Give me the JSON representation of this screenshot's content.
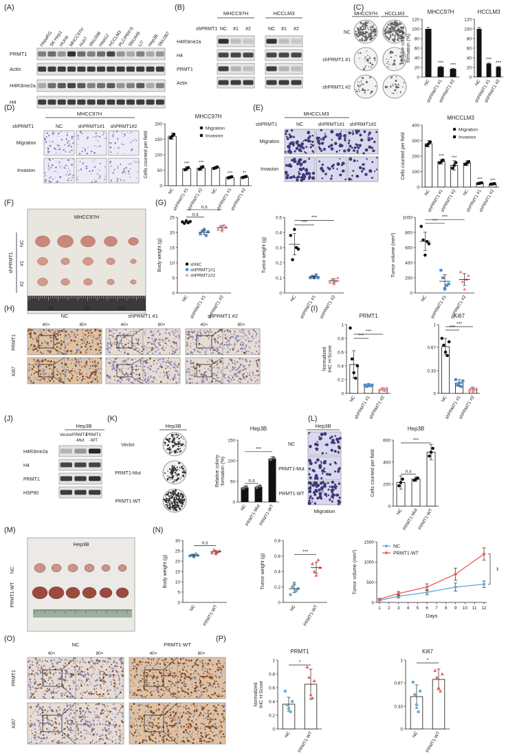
{
  "panel_labels": [
    "(A)",
    "(B)",
    "(C)",
    "(D)",
    "(E)",
    "(F)",
    "(G)",
    "(H)",
    "(I)",
    "(J)",
    "(K)",
    "(L)",
    "(M)",
    "(N)",
    "(O)",
    "(P)"
  ],
  "A": {
    "cell_lines": [
      "HepaRG",
      "SK-Hep1",
      "HUH6",
      "MHCC97H",
      "Huh7",
      "SNU398",
      "HepG2",
      "HCCLM3",
      "PLC/PRF/5",
      "SNU449",
      "Li7",
      "Hep3B",
      "SNU387"
    ],
    "rows": [
      "PRMT1",
      "Actin",
      "H4R3me2a",
      "H4"
    ]
  },
  "B": {
    "groups": [
      "MHCC97H",
      "HCCLM3"
    ],
    "sh_label": "shPRMT1",
    "lanes": [
      "NC",
      "#1",
      "#2"
    ],
    "rows": [
      "H4R3me2a",
      "H4",
      "PRMT1",
      "Actin"
    ]
  },
  "C": {
    "dish_cols": [
      "MHCC97H",
      "HCCLM3"
    ],
    "dish_rows": [
      "NC",
      "shPRMT1 #1",
      "shPRMT1 #2"
    ],
    "ylabel": "Relative colony formation (%)"
  },
  "D": {
    "title": "MHCC97H",
    "sh_label": "shPRMT1",
    "cols": [
      "NC",
      "shPRMT1#1",
      "shPRMT1#2"
    ],
    "rows": [
      "Migration",
      "Invasion"
    ]
  },
  "E": {
    "title": "MHCCLM3",
    "sh_label": "shPRMT1",
    "cols": [
      "NC",
      "shPRMT1#1",
      "shPRMT1#2"
    ],
    "rows": [
      "Migration",
      "Invasion"
    ]
  },
  "F": {
    "title": "MHCC97H",
    "side": "shPRMT1",
    "rows": [
      "NC",
      "#1",
      "#2"
    ],
    "ruler": [
      "80",
      "90",
      "100"
    ]
  },
  "H": {
    "cols": [
      "NC",
      "shPRMT1 #1",
      "shPRMT1 #2"
    ],
    "mag": [
      "40×",
      "80×"
    ],
    "rows": [
      "PRMT1",
      "Ki67"
    ]
  },
  "J": {
    "title": "Hep3B",
    "lanes": [
      "Vector",
      "PRMT1 -Mut",
      "PRMT1 -WT"
    ],
    "rows": [
      "H4R3me2a",
      "H4",
      "PRMT1",
      "HSP90"
    ]
  },
  "K": {
    "title": "Hep3B",
    "rows": [
      "Vector",
      "PRMT1-Mut",
      "PRMT1-WT"
    ]
  },
  "L": {
    "title": "Hep3B",
    "rows": [
      "NC",
      "PRMT1-Mut",
      "PRMT1-WT"
    ],
    "bottom": "Migration"
  },
  "M": {
    "title": "Hep3B",
    "rows": [
      "NC",
      "PRMT1-WT"
    ]
  },
  "O": {
    "cols": [
      "NC",
      "PRMT1-WT"
    ],
    "mag": [
      "40×",
      "80×"
    ],
    "rows": [
      "PRMT1",
      "Ki67"
    ]
  },
  "colors": {
    "nc": "#6baed6",
    "sh1": "#4a8fd6",
    "sh2": "#f08a8a",
    "wt": "#f0605e",
    "black": "#111111"
  },
  "chart_data": [
    {
      "id": "C1",
      "type": "bar",
      "title": "MHCC97H",
      "ylabel": "Relative colony formation (%)",
      "categories": [
        "NC",
        "shPRMT1 #1",
        "shPRMT1 #2"
      ],
      "values": [
        100,
        21,
        17
      ],
      "errors": [
        3,
        1,
        1
      ],
      "ylim": [
        0,
        120
      ],
      "yticks": [
        0,
        20,
        40,
        60,
        80,
        100,
        120
      ],
      "sig": [
        "",
        "***",
        "***"
      ]
    },
    {
      "id": "C2",
      "type": "bar",
      "title": "HCCLM3",
      "ylabel": "",
      "categories": [
        "NC",
        "shPRMT1 #1",
        "shPRMT1 #2"
      ],
      "values": [
        100,
        28,
        21
      ],
      "errors": [
        3,
        1,
        1
      ],
      "ylim": [
        0,
        120
      ],
      "yticks": [
        0,
        20,
        40,
        60,
        80,
        100,
        120
      ],
      "sig": [
        "",
        "***",
        "***"
      ]
    },
    {
      "id": "D",
      "type": "bar",
      "title": "MHCC97H",
      "ylabel": "Cells counted per field",
      "categories": [
        "NC",
        "shPRMT1 #1",
        "shPRMT1 #2",
        "NC",
        "shPRMT1 #1",
        "shPRMT1 #2"
      ],
      "values": [
        160,
        55,
        57,
        58,
        27,
        28
      ],
      "errors": [
        10,
        6,
        7,
        4,
        3,
        3
      ],
      "ylim": [
        0,
        200
      ],
      "yticks": [
        0,
        50,
        100,
        150,
        200
      ],
      "sig": [
        "",
        "***",
        "***",
        "",
        "***",
        "**"
      ],
      "legend": [
        "Migration",
        "Invasion"
      ]
    },
    {
      "id": "E",
      "type": "bar",
      "title": "MHCCLM3",
      "ylabel": "Cells counted per field",
      "categories": [
        "NC",
        "shPRMT1 #1",
        "shPRMT1 #2",
        "NC",
        "shPRMT1 #1",
        "shPRMT1 #2"
      ],
      "values": [
        280,
        165,
        140,
        155,
        25,
        20
      ],
      "errors": [
        20,
        15,
        30,
        15,
        4,
        3
      ],
      "ylim": [
        0,
        400
      ],
      "yticks": [
        0,
        100,
        200,
        300,
        400
      ],
      "sig": [
        "",
        "***",
        "***",
        "",
        "***",
        "***"
      ],
      "legend": [
        "Migration",
        "Invasion"
      ]
    },
    {
      "id": "G1",
      "type": "scatter",
      "ylabel": "Body weight (g)",
      "categories": [
        "NC",
        "shPRMT1 #1",
        "shPRMT1 #2"
      ],
      "points": [
        [
          23.5,
          23,
          23.8,
          23.2,
          23.6
        ],
        [
          19.5,
          20.5,
          21,
          19,
          20.2
        ],
        [
          21,
          22,
          20.5,
          22.5,
          21.8
        ]
      ],
      "ylim": [
        0,
        25
      ],
      "yticks": [
        0,
        5,
        10,
        15,
        20,
        25
      ],
      "legend": [
        "shNC",
        "shPRMT1#1",
        "shPRMT1#2"
      ],
      "sig": [
        "n.s",
        "n.s"
      ]
    },
    {
      "id": "G2",
      "type": "scatter",
      "ylabel": "Tumor weight (g)",
      "categories": [
        "NC",
        "shPRMT1 #1",
        "shPRMT1 #2"
      ],
      "points": [
        [
          0.38,
          0.22,
          0.42,
          0.3,
          0.29
        ],
        [
          0.1,
          0.11,
          0.1,
          0.12,
          0.1
        ],
        [
          0.07,
          0.09,
          0.06,
          0.08,
          0.1
        ]
      ],
      "ylim": [
        0,
        0.5
      ],
      "yticks": [
        0,
        0.1,
        0.2,
        0.3,
        0.4,
        0.5
      ],
      "sig": [
        "***",
        "***"
      ]
    },
    {
      "id": "G3",
      "type": "scatter",
      "ylabel": "Tumor volume (mm³)",
      "categories": [
        "NC",
        "shPRMT1 #1",
        "shPRMT1 #2"
      ],
      "points": [
        [
          880,
          700,
          500,
          680,
          650
        ],
        [
          300,
          200,
          50,
          100,
          120
        ],
        [
          280,
          150,
          50,
          180,
          230
        ]
      ],
      "ylim": [
        0,
        1000
      ],
      "yticks": [
        0,
        200,
        400,
        600,
        800,
        1000
      ],
      "sig": [
        "***",
        "***"
      ]
    },
    {
      "id": "I1",
      "type": "bar",
      "title": "PRMT1",
      "ylabel": "Normalized IHC H-Score",
      "categories": [
        "NC",
        "shPRMT1 #1",
        "shPRMT1 #2"
      ],
      "values": [
        0.42,
        0.12,
        0.06
      ],
      "errors": [
        0.2,
        0.02,
        0.02
      ],
      "points": [
        [
          0.95,
          0.5,
          0.3,
          0.22,
          0.4
        ],
        [
          0.12,
          0.1,
          0.13,
          0.11,
          0.12
        ],
        [
          0.05,
          0.07,
          0.06,
          0.04,
          0.08
        ]
      ],
      "ylim": [
        0,
        1.0
      ],
      "yticks": [
        0,
        0.2,
        0.4,
        0.6,
        0.8,
        1.0
      ],
      "sig": [
        "***",
        "***"
      ]
    },
    {
      "id": "I2",
      "type": "bar",
      "title": "Ki67",
      "ylabel": "",
      "categories": [
        "NC",
        "shPRMT1 #1",
        "shPRMT1 #2"
      ],
      "values": [
        0.68,
        0.15,
        0.06
      ],
      "errors": [
        0.12,
        0.05,
        0.03
      ],
      "points": [
        [
          0.8,
          0.7,
          0.6,
          0.55,
          0.75
        ],
        [
          0.2,
          0.12,
          0.15,
          0.1,
          0.18
        ],
        [
          0.05,
          0.08,
          0.03,
          0.06,
          0.07
        ]
      ],
      "ylim": [
        0,
        1.0
      ],
      "yticks": [
        0,
        0.33,
        0.67,
        1.0
      ],
      "sig": [
        "***",
        "***"
      ]
    },
    {
      "id": "K",
      "type": "bar",
      "title": "Hep3B",
      "ylabel": "Relative colony formation (%)",
      "categories": [
        "NC",
        "PRMT1-Mut",
        "PRMT1-WT"
      ],
      "values": [
        35,
        37,
        105
      ],
      "errors": [
        4,
        3,
        5
      ],
      "ylim": [
        0,
        150
      ],
      "yticks": [
        0,
        50,
        100,
        150
      ],
      "sig": [
        "n.s",
        "***"
      ]
    },
    {
      "id": "L",
      "type": "bar",
      "title": "Hep3B",
      "ylabel": "Cells counted per field",
      "categories": [
        "NC",
        "PRMT1-Mut",
        "PRMT1-WT"
      ],
      "values": [
        215,
        245,
        490
      ],
      "errors": [
        60,
        20,
        70
      ],
      "ylim": [
        0,
        600
      ],
      "yticks": [
        0,
        200,
        400,
        600
      ],
      "sig": [
        "n.s",
        "***"
      ]
    },
    {
      "id": "N1",
      "type": "scatter",
      "ylabel": "Body weight (g)",
      "categories": [
        "NC",
        "PRMT1-WT"
      ],
      "points": [
        [
          22.5,
          23,
          22,
          23.5,
          22.8
        ],
        [
          24,
          25.5,
          23.5,
          24.5,
          25
        ]
      ],
      "ylim": [
        0,
        30
      ],
      "yticks": [
        0,
        5,
        10,
        15,
        20,
        25,
        30
      ],
      "sig": [
        "n.s"
      ]
    },
    {
      "id": "N2",
      "type": "scatter",
      "ylabel": "Tumor weight (g)",
      "categories": [
        "NC",
        "PRMT1-WT"
      ],
      "points": [
        [
          0.1,
          0.2,
          0.25,
          0.15,
          0.18
        ],
        [
          0.5,
          0.4,
          0.35,
          0.55,
          0.45
        ]
      ],
      "ylim": [
        0,
        0.8
      ],
      "yticks": [
        0,
        0.2,
        0.4,
        0.6,
        0.8
      ],
      "sig": [
        "***"
      ]
    },
    {
      "id": "N3",
      "type": "line",
      "xlabel": "Days",
      "ylabel": "Tumor volume (mm³)",
      "x": [
        1,
        3,
        6,
        9,
        12
      ],
      "xticks": [
        1,
        2,
        3,
        4,
        5,
        6,
        7,
        8,
        9,
        10,
        11,
        12
      ],
      "series": [
        {
          "name": "NC",
          "values": [
            50,
            150,
            250,
            380,
            450
          ]
        },
        {
          "name": "PRMT1-WT",
          "values": [
            80,
            220,
            380,
            700,
            1200
          ]
        }
      ],
      "errors": [
        [
          20,
          40,
          60,
          100,
          80
        ],
        [
          20,
          50,
          80,
          150,
          150
        ]
      ],
      "ylim": [
        0,
        1500
      ],
      "yticks": [
        0,
        500,
        1000,
        1500
      ],
      "sig": "**"
    },
    {
      "id": "P1",
      "type": "bar",
      "title": "PRMT1",
      "ylabel": "Normalized IHC H-Score",
      "categories": [
        "NC",
        "PRMT1-WT"
      ],
      "values": [
        0.36,
        0.65
      ],
      "errors": [
        0.1,
        0.22
      ],
      "points": [
        [
          0.55,
          0.35,
          0.3,
          0.25,
          0.4
        ],
        [
          0.9,
          0.75,
          0.5,
          0.45,
          0.7
        ]
      ],
      "ylim": [
        0,
        1.0
      ],
      "yticks": [
        0,
        0.2,
        0.4,
        0.6,
        0.8,
        1.0
      ],
      "sig": [
        "*"
      ]
    },
    {
      "id": "P2",
      "type": "bar",
      "title": "Ki67",
      "ylabel": "",
      "categories": [
        "NC",
        "PRMT1-WT"
      ],
      "values": [
        0.47,
        0.72
      ],
      "errors": [
        0.17,
        0.15
      ],
      "points": [
        [
          0.68,
          0.5,
          0.35,
          0.25,
          0.55
        ],
        [
          0.85,
          0.75,
          0.6,
          0.55,
          0.8
        ]
      ],
      "ylim": [
        0,
        1.0
      ],
      "yticks": [
        0,
        0.33,
        0.67,
        1.0
      ],
      "sig": [
        "*"
      ]
    }
  ]
}
